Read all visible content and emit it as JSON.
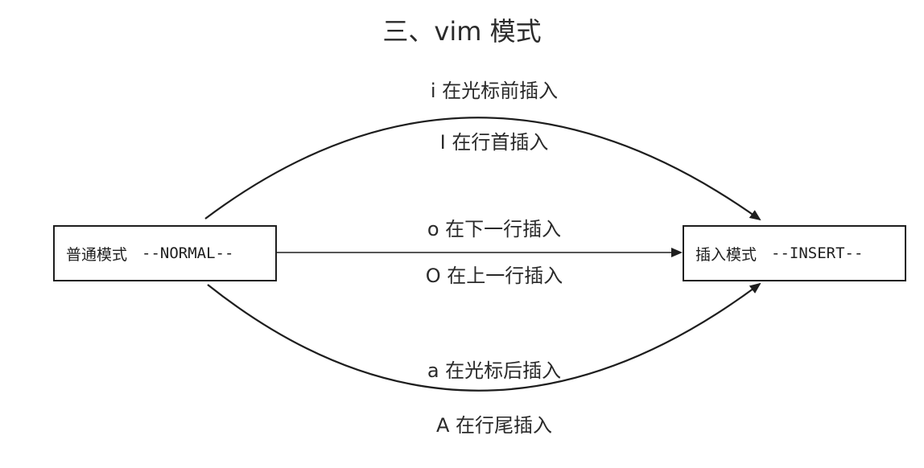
{
  "title": "三、vim 模式",
  "nodes": {
    "normal": {
      "name": "普通模式",
      "tag": "--NORMAL--"
    },
    "insert": {
      "name": "插入模式",
      "tag": "--INSERT--"
    }
  },
  "edges": {
    "top_above": "i 在光标前插入",
    "top_below": "I 在行首插入",
    "middle_above": "o 在下一行插入",
    "middle_below": "O 在上一行插入",
    "bottom_above": "a 在光标后插入",
    "bottom_below": "A 在行尾插入"
  },
  "colors": {
    "stroke": "#1e1e1e",
    "text": "#2a2a2a",
    "background": "#ffffff"
  }
}
